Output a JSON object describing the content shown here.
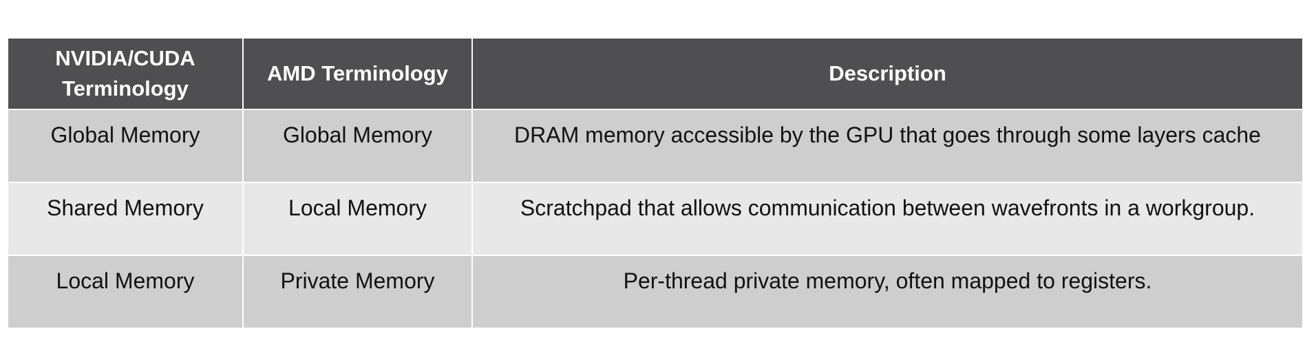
{
  "table": {
    "headers": [
      "NVIDIA/CUDA Terminology",
      "AMD Terminology",
      "Description"
    ],
    "rows": [
      [
        "Global Memory",
        "Global Memory",
        "DRAM memory accessible by the GPU that goes through some layers cache"
      ],
      [
        "Shared Memory",
        "Local Memory",
        "Scratchpad that allows communication between wavefronts in a workgroup."
      ],
      [
        "Local Memory",
        "Private Memory",
        "Per-thread private memory, often mapped to registers."
      ]
    ],
    "colors": {
      "header_bg": "#4f4f51",
      "header_text": "#ffffff",
      "row_odd_bg": "#cecece",
      "row_even_bg": "#e8e8e8"
    }
  }
}
